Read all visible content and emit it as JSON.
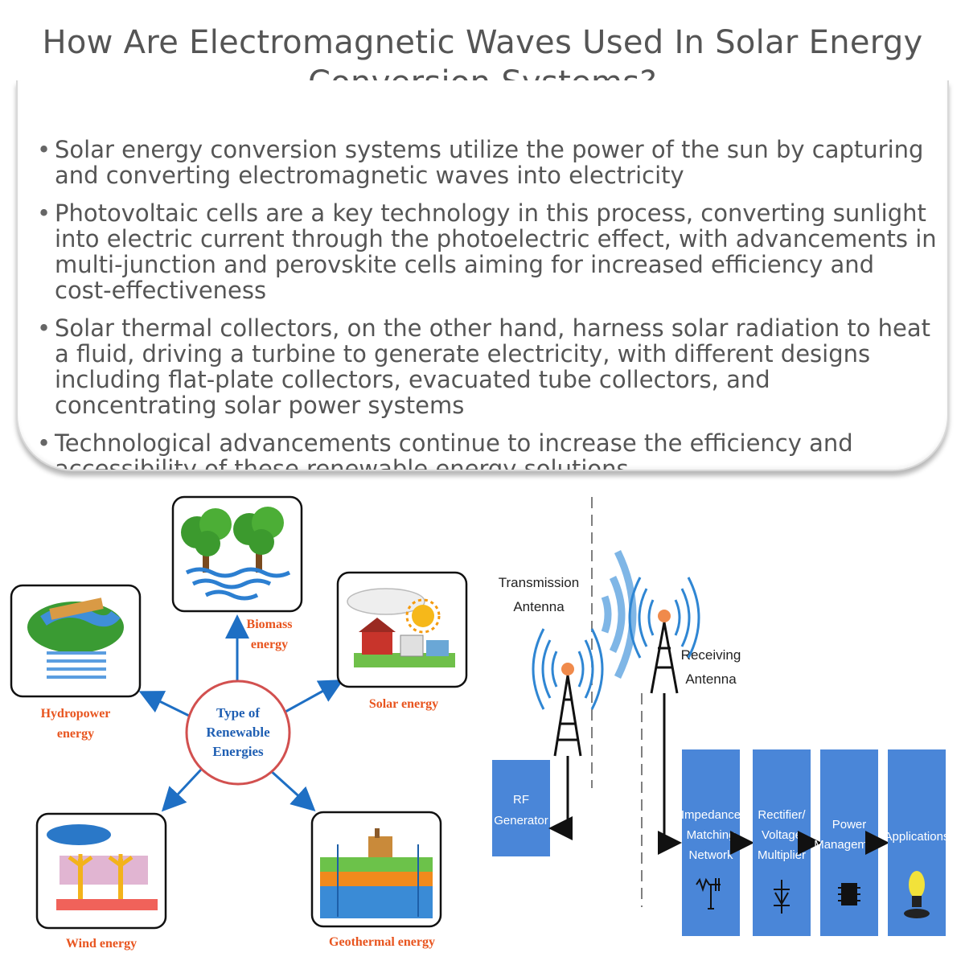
{
  "title": {
    "line1": "How Are Electromagnetic Waves Used In Solar Energy",
    "line2": "Conversion Systems?"
  },
  "bullets": [
    "Solar energy conversion systems utilize the power of the sun by capturing and converting electromagnetic waves into electricity",
    "Photovoltaic cells are a key technology in this process, converting sunlight into electric current through the photoelectric effect, with advancements in multi-junction and perovskite cells aiming for increased efficiency and cost-effectiveness",
    "Solar thermal collectors, on the other hand, harness solar radiation to heat a fluid, driving a turbine to generate electricity, with different designs including flat-plate collectors, evacuated tube collectors, and concentrating solar power systems",
    "Technological advancements continue to increase the efficiency and accessibility of these renewable energy solutions"
  ],
  "renewables": {
    "center": [
      "Type of",
      "Renewable",
      "Energies"
    ],
    "biomass": [
      "Biomass",
      "energy"
    ],
    "solar": "Solar energy",
    "hydro": [
      "Hydropower",
      "energy"
    ],
    "wind": "Wind energy",
    "geothermal": "Geothermal energy"
  },
  "wpt": {
    "tx_antenna": [
      "Transmission",
      "Antenna"
    ],
    "rx_antenna": [
      "Receiving",
      "Antenna"
    ],
    "rf_generator": [
      "RF",
      "Generator"
    ],
    "blocks": [
      [
        "Impedance",
        "Matching",
        "Network"
      ],
      [
        "Rectifier/",
        "Voltage",
        "Multiplier"
      ],
      [
        "Power",
        "Management"
      ],
      [
        "Applications"
      ]
    ]
  },
  "colors": {
    "block_blue": "#4a86d8",
    "arrow_blue": "#1e6fc4",
    "label_orange": "#e8541e",
    "label_blue": "#1f5fb3",
    "circle_border": "#d2504f"
  }
}
